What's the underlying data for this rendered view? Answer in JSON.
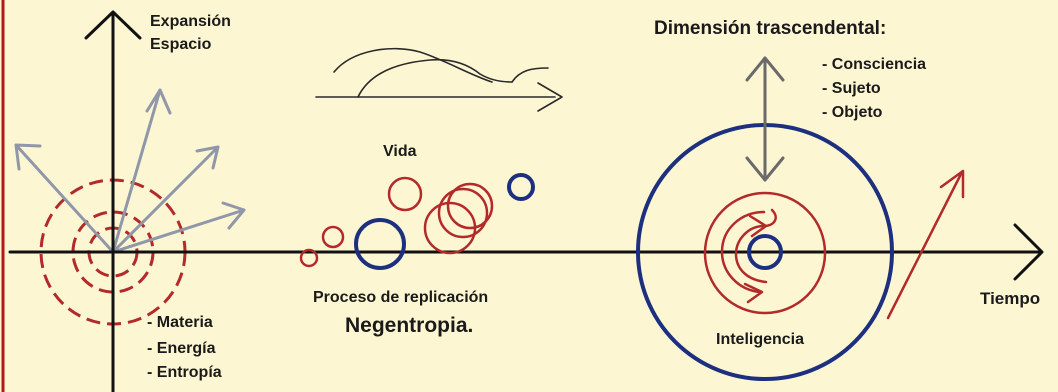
{
  "labels": {
    "expansion": "Expansión",
    "espacio": "Espacio",
    "materia": "- Materia",
    "energia": "- Energía",
    "entropia": "- Entropía",
    "vida": "Vida",
    "proceso": "Proceso de replicación",
    "negentropia": "Negentropia.",
    "dimension_title": "Dimensión trascendental:",
    "consciencia": "- Consciencia",
    "sujeto": "- Sujeto",
    "objeto": "- Objeto",
    "inteligencia": "Inteligencia",
    "tiempo": "Tiempo"
  },
  "colors": {
    "background": "#fdf6d3",
    "left_border": "#b51818",
    "axis": "#111111",
    "gray_arrows": "#8f97a8",
    "red": "#b22a2a",
    "blue": "#1d3080"
  }
}
